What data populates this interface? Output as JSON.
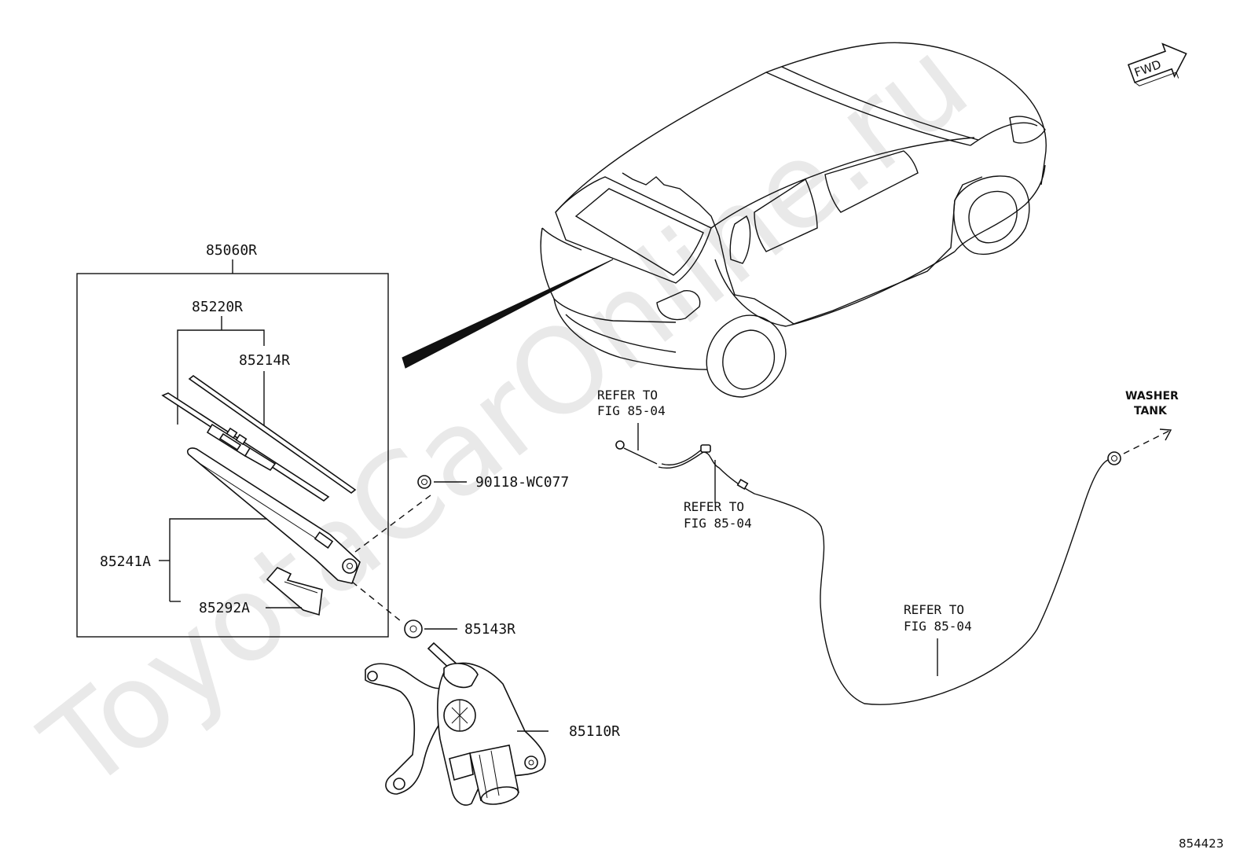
{
  "diagram": {
    "watermark": "ToyotaCarOnline.ru",
    "figure_id": "854423",
    "fwd_label": "FWD",
    "parts": {
      "assembly": "85060R",
      "blade_set": "85220R",
      "blade_rubber": "85214R",
      "arm": "85241A",
      "arm_cover": "85292A",
      "nut": "90118-WC077",
      "cap": "85143R",
      "motor": "85110R"
    },
    "refs": [
      {
        "line1": "REFER TO",
        "line2": "FIG 85-04"
      },
      {
        "line1": "REFER TO",
        "line2": "FIG 85-04"
      },
      {
        "line1": "REFER TO",
        "line2": "FIG 85-04"
      }
    ],
    "washer": {
      "line1": "WASHER",
      "line2": "TANK"
    }
  }
}
